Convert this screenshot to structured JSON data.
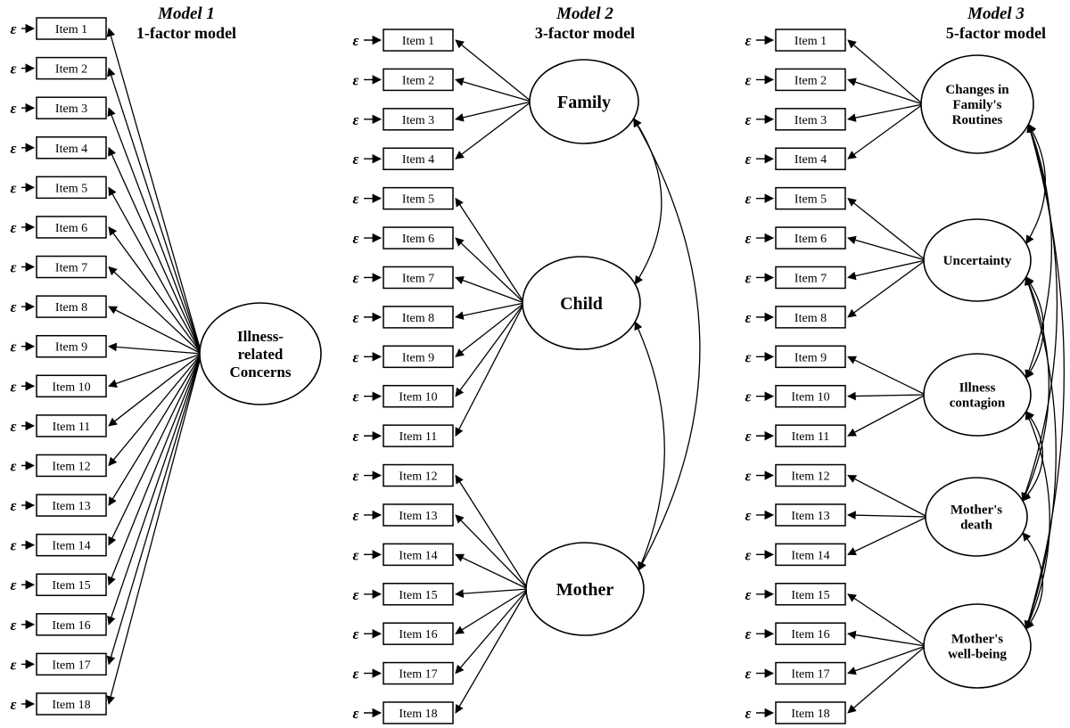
{
  "epsilon": "ε",
  "items": [
    "Item 1",
    "Item 2",
    "Item 3",
    "Item 4",
    "Item 5",
    "Item 6",
    "Item 7",
    "Item 8",
    "Item 9",
    "Item 10",
    "Item 11",
    "Item 12",
    "Item 13",
    "Item 14",
    "Item 15",
    "Item 16",
    "Item 17",
    "Item 18"
  ],
  "colors": {
    "stroke": "#000000",
    "fill": "#ffffff",
    "text": "#000000"
  },
  "models": [
    {
      "title": "Model 1",
      "subtitle": "1-factor model",
      "factors": [
        {
          "label_lines": [
            "Illness-",
            "related",
            "Concerns"
          ],
          "items": [
            1,
            2,
            3,
            4,
            5,
            6,
            7,
            8,
            9,
            10,
            11,
            12,
            13,
            14,
            15,
            16,
            17,
            18
          ]
        }
      ],
      "correlations": []
    },
    {
      "title": "Model 2",
      "subtitle": "3-factor model",
      "factors": [
        {
          "label_lines": [
            "Family"
          ],
          "items": [
            1,
            2,
            3,
            4
          ]
        },
        {
          "label_lines": [
            "Child"
          ],
          "items": [
            5,
            6,
            7,
            8,
            9,
            10,
            11
          ]
        },
        {
          "label_lines": [
            "Mother"
          ],
          "items": [
            12,
            13,
            14,
            15,
            16,
            17,
            18
          ]
        }
      ],
      "correlations": [
        [
          0,
          1
        ],
        [
          1,
          2
        ],
        [
          0,
          2
        ]
      ]
    },
    {
      "title": "Model 3",
      "subtitle": "5-factor model",
      "factors": [
        {
          "label_lines": [
            "Changes in",
            "Family's",
            "Routines"
          ],
          "items": [
            1,
            2,
            3,
            4
          ]
        },
        {
          "label_lines": [
            "Uncertainty"
          ],
          "items": [
            5,
            6,
            7,
            8
          ]
        },
        {
          "label_lines": [
            "Illness",
            "contagion"
          ],
          "items": [
            9,
            10,
            11
          ]
        },
        {
          "label_lines": [
            "Mother's",
            "death"
          ],
          "items": [
            12,
            13,
            14
          ]
        },
        {
          "label_lines": [
            "Mother's",
            "well-being"
          ],
          "items": [
            15,
            16,
            17,
            18
          ]
        }
      ],
      "correlations": [
        [
          0,
          1
        ],
        [
          0,
          2
        ],
        [
          0,
          3
        ],
        [
          0,
          4
        ],
        [
          1,
          2
        ],
        [
          1,
          3
        ],
        [
          1,
          4
        ],
        [
          2,
          3
        ],
        [
          2,
          4
        ],
        [
          3,
          4
        ]
      ]
    }
  ]
}
